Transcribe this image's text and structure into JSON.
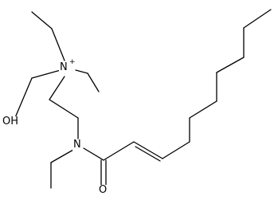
{
  "labels": {
    "n_quaternary": "N",
    "n_charge": "+",
    "n_amide": "N",
    "oxygen_hydroxyl": "OH",
    "oxygen_carbonyl": "O"
  }
}
